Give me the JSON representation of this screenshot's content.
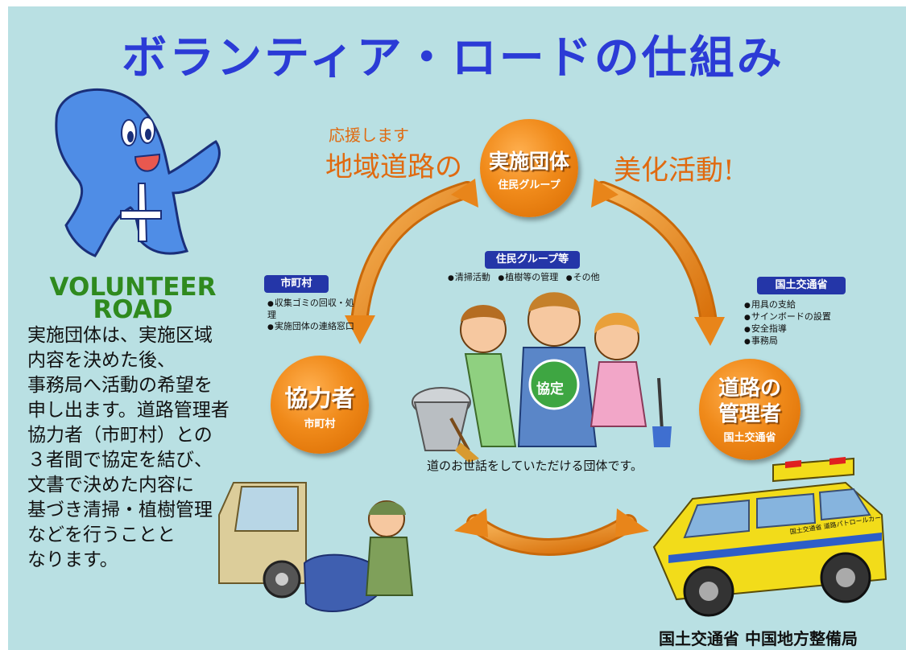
{
  "title": "ボランティア・ロードの仕組み",
  "logo": {
    "line1": "VOLUNTEER",
    "line2": "ROAD"
  },
  "description": "実施団体は、実施区域\n内容を決めた後、\n事務局へ活動の希望を\n申し出ます。道路管理者\n協力者（市町村）との\n３者間で協定を結び、\n文書で決めた内容に\n基づき清掃・植樹管理\nなどを行うことと\nなります。",
  "slogan": {
    "small": "応援します",
    "left": "地域道路の",
    "right": "美化活動!"
  },
  "nodes": {
    "top": {
      "main": "実施団体",
      "sub": "住民グループ"
    },
    "left": {
      "main": "協力者",
      "sub": "市町村"
    },
    "right": {
      "main": "道路の\n管理者",
      "sub": "国土交通省"
    }
  },
  "center": {
    "tag": "住民グループ等",
    "notes": [
      "清掃活動",
      "植樹等の管理",
      "その他"
    ],
    "agreement": "協定",
    "caption": "道のお世話をしていただける団体です。"
  },
  "left_info": {
    "tag": "市町村",
    "notes": [
      "収集ゴミの回収・処理",
      "実施団体の連絡窓口"
    ]
  },
  "right_info": {
    "tag": "国土交通省",
    "notes": [
      "用具の支給",
      "サインボードの設置",
      "安全指導",
      "事務局"
    ]
  },
  "car_text": "国土交通省 道路パトロールカー",
  "footer": "国土交通省 中国地方整備局",
  "colors": {
    "background": "#b9e0e3",
    "title": "#2b3bd6",
    "node_orange": "#f08a1a",
    "tag_blue": "#2436a8",
    "logo_green": "#2f8a1e",
    "slogan_orange": "#e06a10"
  }
}
